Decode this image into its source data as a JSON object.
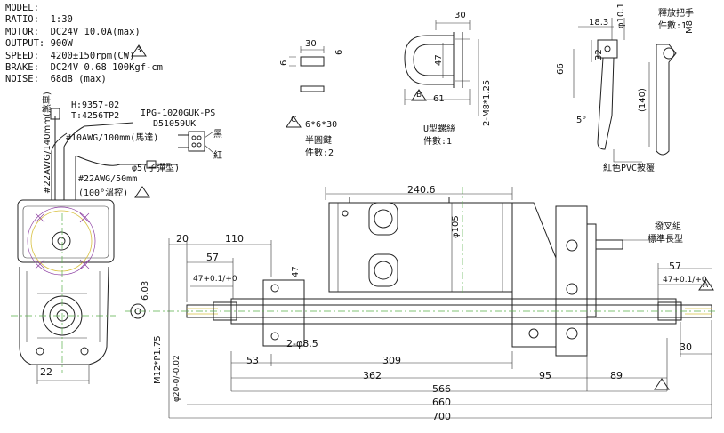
{
  "specs": {
    "model": "MODEL:",
    "ratio": "RATIO:  1:30",
    "motor": "MOTOR:  DC24V 10.0A(max)",
    "output": "OUTPUT: 900W",
    "speed": "SPEED:  4200±150rpm(CW)",
    "brake": "BRAKE:  DC24V 0.68 100Kgf-cm",
    "noise": "NOISE:  68dB (max)"
  },
  "harness": {
    "h_code": "H:9357-02",
    "t_code": "T:4256TP2",
    "connector_part": "IPG-1020GUK-PS",
    "connector_part2": "D51059UK",
    "black": "黑",
    "red": "紅",
    "wire_motor": "#10AWG/100mm(馬達)",
    "wire_brake": "#22AWG/140mm(煞車)",
    "terminal": "φ5(子彈型)",
    "wire_temp": "#22AWG/50mm",
    "temp_note": "(100°溫控)",
    "tri_label": "3"
  },
  "key": {
    "dims": [
      "30",
      "6",
      "6"
    ],
    "spec": "6*6*30",
    "name": "半圓鍵",
    "qty": "件數:2",
    "tri": "C"
  },
  "ubolt": {
    "dims": [
      "30",
      "47",
      "61",
      "2-M8*1.25"
    ],
    "name": "U型螺絲",
    "qty": "件數:1",
    "tri": "B"
  },
  "release": {
    "title": "釋放把手",
    "qty": "件數:1",
    "dims": [
      "18.3",
      "φ10.1",
      "M8",
      "32",
      "66",
      "(140)",
      "5°"
    ],
    "cover": "紅色PVC披覆"
  },
  "main": {
    "dims_top": [
      "240.6",
      "φ105"
    ],
    "dims_left": [
      "20",
      "110",
      "57",
      "47+0.1/+0",
      "47",
      "6.03"
    ],
    "dims_right": [
      "57",
      "47+0.1/+0",
      "30"
    ],
    "dims_bottom": [
      "53",
      "2-φ8.5",
      "309",
      "362",
      "95",
      "89",
      "566",
      "660",
      "700"
    ],
    "dims_vert": [
      "M12*P1.75",
      "φ20-0/-0.02"
    ],
    "side_dims": [
      "22"
    ],
    "fork_label": "撥叉組",
    "fork_label2": "標準長型",
    "tri": "A"
  }
}
